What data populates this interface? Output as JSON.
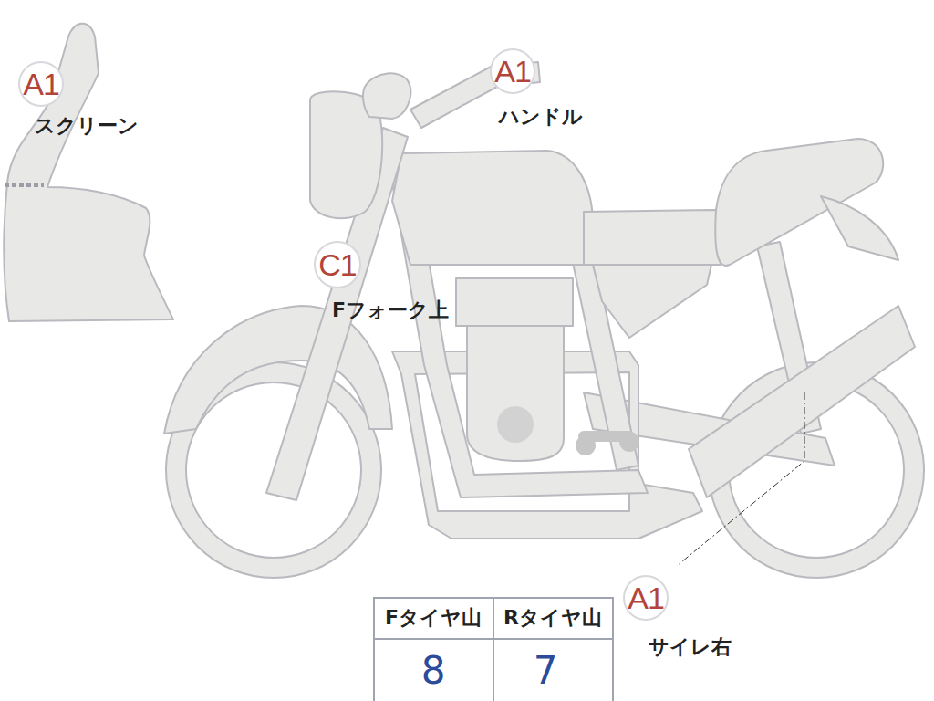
{
  "diagram": {
    "nodes": [
      {
        "text": [
          "A1",
          "スクリーン"
        ]
      },
      {
        "text": [
          "A1",
          "ハンドル"
        ]
      },
      {
        "text": [
          "C1",
          "Fフォーク上"
        ]
      },
      {
        "text": [
          "A1",
          "サイレ右"
        ]
      }
    ],
    "labels": [
      "Fタイヤ山",
      "Rタイヤ山",
      "8",
      "7"
    ]
  }
}
